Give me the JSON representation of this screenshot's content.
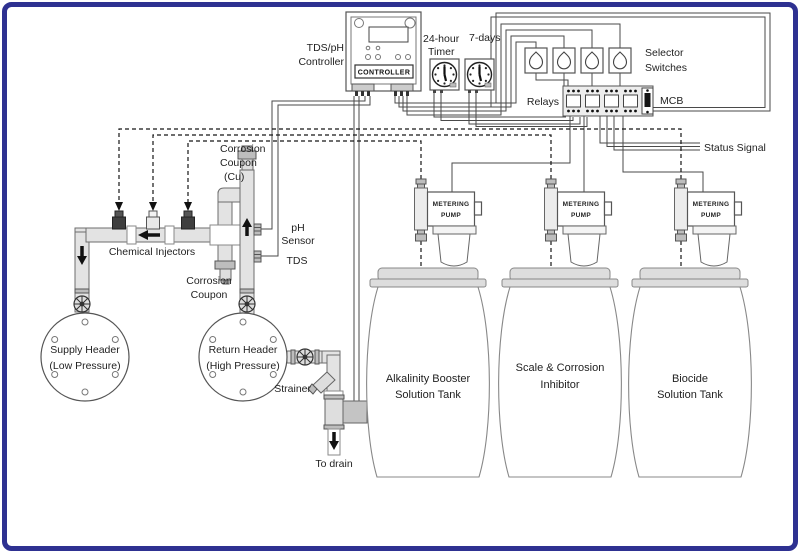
{
  "colors": {
    "border": "#2e3191",
    "pipe": "#e3e3e3",
    "lid": "#dcdcdc",
    "wire": "#4a4a4a"
  },
  "controller": {
    "label_line1": "TDS/pH",
    "label_line2": "Controller",
    "panel": "CONTROLLER"
  },
  "timer": {
    "label_left": "24-hour",
    "label_right": "7-days",
    "label_bottom": "Timer"
  },
  "selector": {
    "line1": "Selector",
    "line2": "Switches"
  },
  "relays": {
    "label": "Relays",
    "mcb": "MCB"
  },
  "status_signal": {
    "label": "Status Signal"
  },
  "pumps": {
    "line1": "METERING",
    "line2": "PUMP"
  },
  "tanks": [
    {
      "line1": "Alkalinity Booster",
      "line2": "Solution Tank"
    },
    {
      "line1": "Scale & Corrosion",
      "line2": "Inhibitor"
    },
    {
      "line1": "Biocide",
      "line2": "Solution Tank"
    }
  ],
  "piping": {
    "coupon_cu_1": "Corrosion",
    "coupon_cu_2": "Coupon",
    "coupon_cu_3": "(Cu)",
    "coupon_1": "Corrosion",
    "coupon_2": "Coupon",
    "injectors": "Chemical Injectors",
    "ph_1": "pH",
    "ph_2": "Sensor",
    "tds": "TDS",
    "supply_1": "Supply Header",
    "supply_2": "(Low Pressure)",
    "return_1": "Return Header",
    "return_2": "(High Pressure)",
    "strainer": "Strainer",
    "drain": "To drain"
  }
}
